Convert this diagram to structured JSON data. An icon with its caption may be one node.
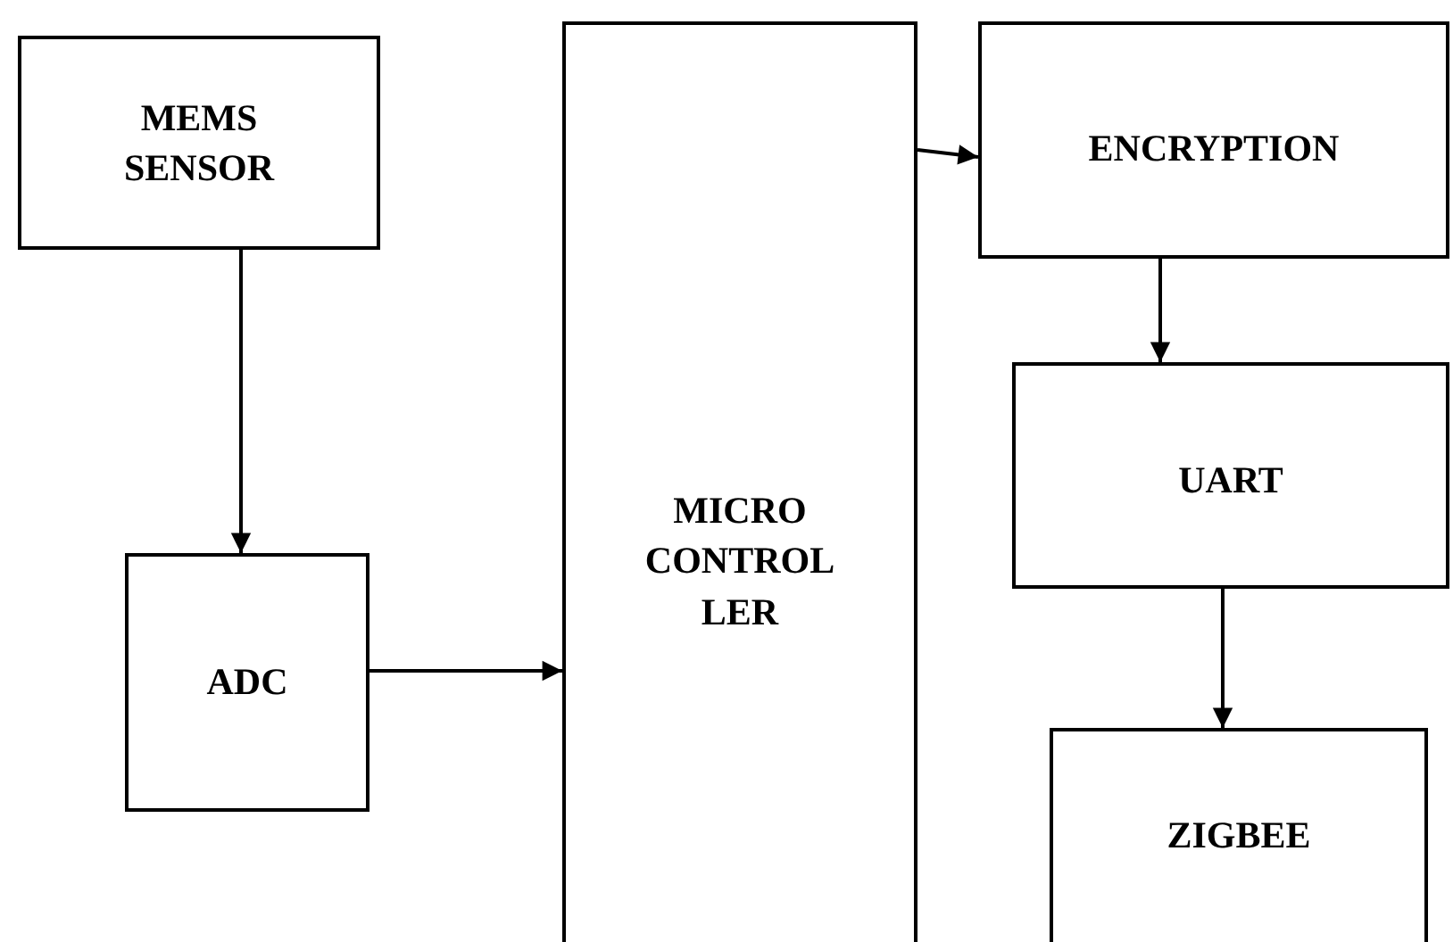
{
  "diagram": {
    "nodes": [
      {
        "text": [
          "MEMS SENSOR"
        ]
      },
      {
        "text": [
          "ADC"
        ]
      },
      {
        "text": [
          "MICRO CONTROL LER"
        ]
      },
      {
        "text": [
          "ENCRYPTION"
        ]
      },
      {
        "text": [
          "UART"
        ]
      },
      {
        "text": [
          "ZIGBEE"
        ]
      }
    ],
    "edges": [
      {
        "from": 0,
        "to": 1,
        "arrow": "to"
      },
      {
        "from": 1,
        "to": 2,
        "arrow": "to"
      },
      {
        "from": 2,
        "to": 3,
        "arrow": "to"
      },
      {
        "from": 3,
        "to": 4,
        "arrow": "to"
      },
      {
        "from": 4,
        "to": 5,
        "arrow": "to"
      }
    ]
  }
}
